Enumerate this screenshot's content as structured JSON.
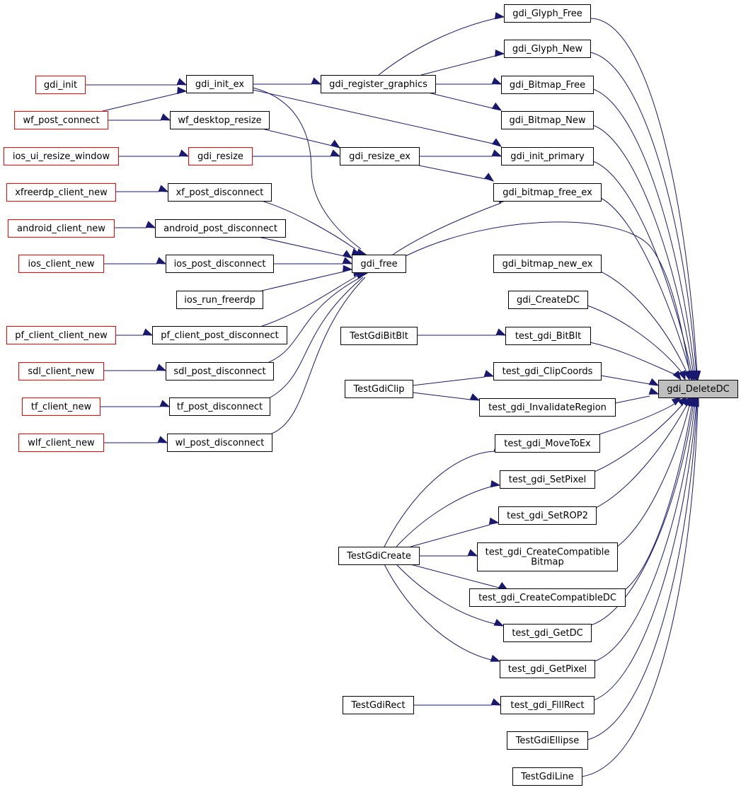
{
  "graph": {
    "title": "gdi_DeleteDC caller graph",
    "colors": {
      "edge": "#191970",
      "border": "#000000",
      "external_border": "#ff0000",
      "focus_fill": "#bfbfbf"
    },
    "nodes": [
      {
        "id": "gdi_DeleteDC",
        "label": "gdi_DeleteDC",
        "style": "focus"
      },
      {
        "id": "gdi_Glyph_Free",
        "label": "gdi_Glyph_Free",
        "style": "normal"
      },
      {
        "id": "gdi_Glyph_New",
        "label": "gdi_Glyph_New",
        "style": "normal"
      },
      {
        "id": "gdi_Bitmap_Free",
        "label": "gdi_Bitmap_Free",
        "style": "normal"
      },
      {
        "id": "gdi_Bitmap_New",
        "label": "gdi_Bitmap_New",
        "style": "normal"
      },
      {
        "id": "gdi_init_primary",
        "label": "gdi_init_primary",
        "style": "normal"
      },
      {
        "id": "gdi_bitmap_free_ex",
        "label": "gdi_bitmap_free_ex",
        "style": "normal"
      },
      {
        "id": "gdi_bitmap_new_ex",
        "label": "gdi_bitmap_new_ex",
        "style": "normal"
      },
      {
        "id": "gdi_CreateDC",
        "label": "gdi_CreateDC",
        "style": "normal"
      },
      {
        "id": "test_gdi_BitBlt",
        "label": "test_gdi_BitBlt",
        "style": "normal"
      },
      {
        "id": "test_gdi_ClipCoords",
        "label": "test_gdi_ClipCoords",
        "style": "normal"
      },
      {
        "id": "test_gdi_InvalidateRegion",
        "label": "test_gdi_InvalidateRegion",
        "style": "normal"
      },
      {
        "id": "test_gdi_MoveToEx",
        "label": "test_gdi_MoveToEx",
        "style": "normal"
      },
      {
        "id": "test_gdi_SetPixel",
        "label": "test_gdi_SetPixel",
        "style": "normal"
      },
      {
        "id": "test_gdi_SetROP2",
        "label": "test_gdi_SetROP2",
        "style": "normal"
      },
      {
        "id": "test_gdi_CreateCompatibleBitmap",
        "label": "test_gdi_CreateCompatible\nBitmap",
        "style": "normal"
      },
      {
        "id": "test_gdi_CreateCompatibleDC",
        "label": "test_gdi_CreateCompatibleDC",
        "style": "normal"
      },
      {
        "id": "test_gdi_GetDC",
        "label": "test_gdi_GetDC",
        "style": "normal"
      },
      {
        "id": "test_gdi_GetPixel",
        "label": "test_gdi_GetPixel",
        "style": "normal"
      },
      {
        "id": "test_gdi_FillRect",
        "label": "test_gdi_FillRect",
        "style": "normal"
      },
      {
        "id": "TestGdiEllipse",
        "label": "TestGdiEllipse",
        "style": "normal"
      },
      {
        "id": "TestGdiLine",
        "label": "TestGdiLine",
        "style": "normal"
      },
      {
        "id": "gdi_register_graphics",
        "label": "gdi_register_graphics",
        "style": "normal"
      },
      {
        "id": "gdi_resize_ex",
        "label": "gdi_resize_ex",
        "style": "normal"
      },
      {
        "id": "gdi_free",
        "label": "gdi_free",
        "style": "normal"
      },
      {
        "id": "TestGdiBitBlt",
        "label": "TestGdiBitBlt",
        "style": "normal"
      },
      {
        "id": "TestGdiClip",
        "label": "TestGdiClip",
        "style": "normal"
      },
      {
        "id": "TestGdiCreate",
        "label": "TestGdiCreate",
        "style": "normal"
      },
      {
        "id": "TestGdiRect",
        "label": "TestGdiRect",
        "style": "normal"
      },
      {
        "id": "gdi_init_ex",
        "label": "gdi_init_ex",
        "style": "normal"
      },
      {
        "id": "wf_desktop_resize",
        "label": "wf_desktop_resize",
        "style": "normal"
      },
      {
        "id": "gdi_resize",
        "label": "gdi_resize",
        "style": "external"
      },
      {
        "id": "xf_post_disconnect",
        "label": "xf_post_disconnect",
        "style": "normal"
      },
      {
        "id": "android_post_disconnect",
        "label": "android_post_disconnect",
        "style": "normal"
      },
      {
        "id": "ios_post_disconnect",
        "label": "ios_post_disconnect",
        "style": "normal"
      },
      {
        "id": "ios_run_freerdp",
        "label": "ios_run_freerdp",
        "style": "normal"
      },
      {
        "id": "pf_client_post_disconnect",
        "label": "pf_client_post_disconnect",
        "style": "normal"
      },
      {
        "id": "sdl_post_disconnect",
        "label": "sdl_post_disconnect",
        "style": "normal"
      },
      {
        "id": "tf_post_disconnect",
        "label": "tf_post_disconnect",
        "style": "normal"
      },
      {
        "id": "wl_post_disconnect",
        "label": "wl_post_disconnect",
        "style": "normal"
      },
      {
        "id": "gdi_init",
        "label": "gdi_init",
        "style": "external"
      },
      {
        "id": "wf_post_connect",
        "label": "wf_post_connect",
        "style": "external"
      },
      {
        "id": "ios_ui_resize_window",
        "label": "ios_ui_resize_window",
        "style": "external"
      },
      {
        "id": "xfreerdp_client_new",
        "label": "xfreerdp_client_new",
        "style": "external"
      },
      {
        "id": "android_client_new",
        "label": "android_client_new",
        "style": "external"
      },
      {
        "id": "ios_client_new",
        "label": "ios_client_new",
        "style": "external"
      },
      {
        "id": "pf_client_client_new",
        "label": "pf_client_client_new",
        "style": "external"
      },
      {
        "id": "sdl_client_new",
        "label": "sdl_client_new",
        "style": "external"
      },
      {
        "id": "tf_client_new",
        "label": "tf_client_new",
        "style": "external"
      },
      {
        "id": "wlf_client_new",
        "label": "wlf_client_new",
        "style": "external"
      }
    ],
    "edges": [
      [
        "gdi_Glyph_Free",
        "gdi_DeleteDC"
      ],
      [
        "gdi_Glyph_New",
        "gdi_DeleteDC"
      ],
      [
        "gdi_Bitmap_Free",
        "gdi_DeleteDC"
      ],
      [
        "gdi_Bitmap_New",
        "gdi_DeleteDC"
      ],
      [
        "gdi_init_primary",
        "gdi_DeleteDC"
      ],
      [
        "gdi_bitmap_free_ex",
        "gdi_DeleteDC"
      ],
      [
        "gdi_free",
        "gdi_DeleteDC"
      ],
      [
        "gdi_bitmap_new_ex",
        "gdi_DeleteDC"
      ],
      [
        "gdi_CreateDC",
        "gdi_DeleteDC"
      ],
      [
        "test_gdi_BitBlt",
        "gdi_DeleteDC"
      ],
      [
        "test_gdi_ClipCoords",
        "gdi_DeleteDC"
      ],
      [
        "test_gdi_InvalidateRegion",
        "gdi_DeleteDC"
      ],
      [
        "test_gdi_MoveToEx",
        "gdi_DeleteDC"
      ],
      [
        "test_gdi_SetPixel",
        "gdi_DeleteDC"
      ],
      [
        "test_gdi_SetROP2",
        "gdi_DeleteDC"
      ],
      [
        "test_gdi_CreateCompatibleBitmap",
        "gdi_DeleteDC"
      ],
      [
        "test_gdi_CreateCompatibleDC",
        "gdi_DeleteDC"
      ],
      [
        "test_gdi_GetDC",
        "gdi_DeleteDC"
      ],
      [
        "test_gdi_GetPixel",
        "gdi_DeleteDC"
      ],
      [
        "test_gdi_FillRect",
        "gdi_DeleteDC"
      ],
      [
        "TestGdiEllipse",
        "gdi_DeleteDC"
      ],
      [
        "TestGdiLine",
        "gdi_DeleteDC"
      ],
      [
        "gdi_register_graphics",
        "gdi_Glyph_Free"
      ],
      [
        "gdi_register_graphics",
        "gdi_Glyph_New"
      ],
      [
        "gdi_register_graphics",
        "gdi_Bitmap_Free"
      ],
      [
        "gdi_register_graphics",
        "gdi_Bitmap_New"
      ],
      [
        "gdi_init_ex",
        "gdi_register_graphics"
      ],
      [
        "gdi_init_ex",
        "gdi_init_primary"
      ],
      [
        "gdi_init_ex",
        "gdi_free"
      ],
      [
        "gdi_resize_ex",
        "gdi_init_primary"
      ],
      [
        "gdi_resize_ex",
        "gdi_bitmap_free_ex"
      ],
      [
        "gdi_free",
        "gdi_bitmap_free_ex"
      ],
      [
        "TestGdiBitBlt",
        "test_gdi_BitBlt"
      ],
      [
        "TestGdiClip",
        "test_gdi_ClipCoords"
      ],
      [
        "TestGdiClip",
        "test_gdi_InvalidateRegion"
      ],
      [
        "TestGdiCreate",
        "test_gdi_MoveToEx"
      ],
      [
        "TestGdiCreate",
        "test_gdi_SetPixel"
      ],
      [
        "TestGdiCreate",
        "test_gdi_SetROP2"
      ],
      [
        "TestGdiCreate",
        "test_gdi_CreateCompatibleBitmap"
      ],
      [
        "TestGdiCreate",
        "test_gdi_CreateCompatibleDC"
      ],
      [
        "TestGdiCreate",
        "test_gdi_GetDC"
      ],
      [
        "TestGdiCreate",
        "test_gdi_GetPixel"
      ],
      [
        "TestGdiRect",
        "test_gdi_FillRect"
      ],
      [
        "gdi_init",
        "gdi_init_ex"
      ],
      [
        "wf_post_connect",
        "gdi_init_ex"
      ],
      [
        "wf_post_connect",
        "wf_desktop_resize"
      ],
      [
        "wf_desktop_resize",
        "gdi_resize_ex"
      ],
      [
        "gdi_resize",
        "gdi_resize_ex"
      ],
      [
        "ios_ui_resize_window",
        "gdi_resize"
      ],
      [
        "xf_post_disconnect",
        "gdi_free"
      ],
      [
        "android_post_disconnect",
        "gdi_free"
      ],
      [
        "ios_post_disconnect",
        "gdi_free"
      ],
      [
        "ios_run_freerdp",
        "gdi_free"
      ],
      [
        "pf_client_post_disconnect",
        "gdi_free"
      ],
      [
        "sdl_post_disconnect",
        "gdi_free"
      ],
      [
        "tf_post_disconnect",
        "gdi_free"
      ],
      [
        "wl_post_disconnect",
        "gdi_free"
      ],
      [
        "xfreerdp_client_new",
        "xf_post_disconnect"
      ],
      [
        "android_client_new",
        "android_post_disconnect"
      ],
      [
        "ios_client_new",
        "ios_post_disconnect"
      ],
      [
        "pf_client_client_new",
        "pf_client_post_disconnect"
      ],
      [
        "sdl_client_new",
        "sdl_post_disconnect"
      ],
      [
        "tf_client_new",
        "tf_post_disconnect"
      ],
      [
        "wlf_client_new",
        "wl_post_disconnect"
      ]
    ]
  }
}
